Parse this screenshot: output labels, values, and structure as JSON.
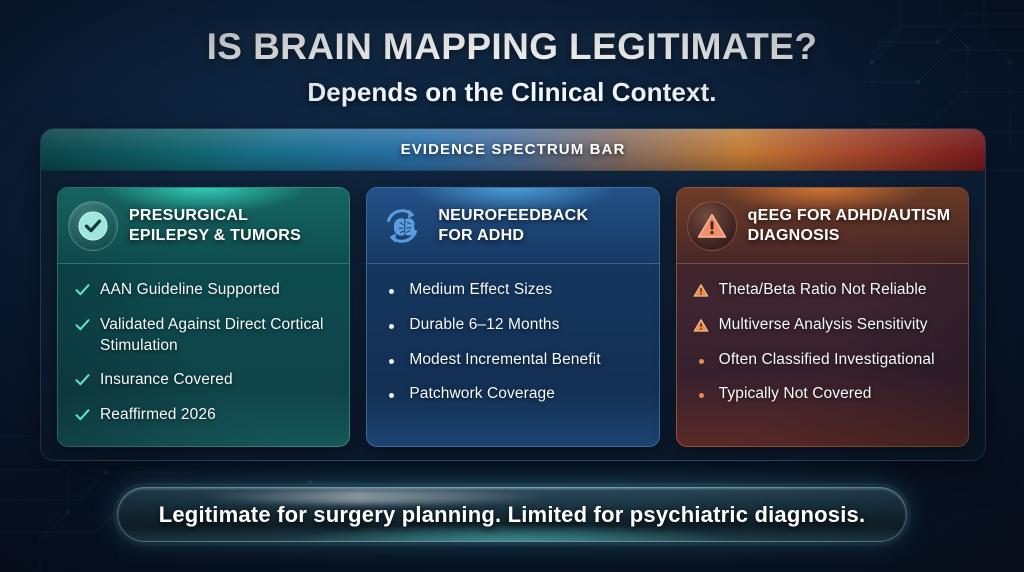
{
  "header": {
    "title": "IS BRAIN MAPPING LEGITIMATE?",
    "subtitle": "Depends on the Clinical Context."
  },
  "spectrum": {
    "label": "EVIDENCE SPECTRUM BAR",
    "gradient_start": "#0e5f63",
    "gradient_mid": "#2a6fa8",
    "gradient_end": "#a32420"
  },
  "cards": [
    {
      "id": "presurgical",
      "icon": "check-circle-icon",
      "accent": "#3cf5d7",
      "title": "PRESURGICAL\nEPILEPSY & TUMORS",
      "title_line1": "PRESURGICAL",
      "title_line2": "EPILEPSY & TUMORS",
      "items": [
        {
          "mark": "check",
          "text": "AAN Guideline Supported"
        },
        {
          "mark": "check",
          "text": "Validated Against Direct Cortical Stimulation"
        },
        {
          "mark": "check",
          "text": "Insurance Covered"
        },
        {
          "mark": "check",
          "text": "Reaffirmed 2026"
        }
      ]
    },
    {
      "id": "neurofeedback",
      "icon": "brain-refresh-icon",
      "accent": "#5fc3ff",
      "title": "NEUROFEEDBACK\nFOR ADHD",
      "title_line1": "NEUROFEEDBACK",
      "title_line2": "FOR ADHD",
      "items": [
        {
          "mark": "dot",
          "text": "Medium Effect Sizes"
        },
        {
          "mark": "dot",
          "text": "Durable 6–12 Months"
        },
        {
          "mark": "dot",
          "text": "Modest Incremental Benefit"
        },
        {
          "mark": "dot",
          "text": "Patchwork Coverage"
        }
      ]
    },
    {
      "id": "qeeg",
      "icon": "warning-triangle-icon",
      "accent": "#f08a55",
      "title": "qEEG FOR ADHD/AUTISM\nDIAGNOSIS",
      "title_line1": "qEEG FOR ADHD/AUTISM",
      "title_line2": "DIAGNOSIS",
      "items": [
        {
          "mark": "warning",
          "text": "Theta/Beta Ratio Not Reliable"
        },
        {
          "mark": "warning",
          "text": "Multiverse Analysis Sensitivity"
        },
        {
          "mark": "dot-orange",
          "text": "Often Classified Investigational"
        },
        {
          "mark": "dot-orange",
          "text": "Typically Not Covered"
        }
      ]
    }
  ],
  "footer": {
    "text": "Legitimate for surgery planning. Limited for psychiatric diagnosis."
  }
}
